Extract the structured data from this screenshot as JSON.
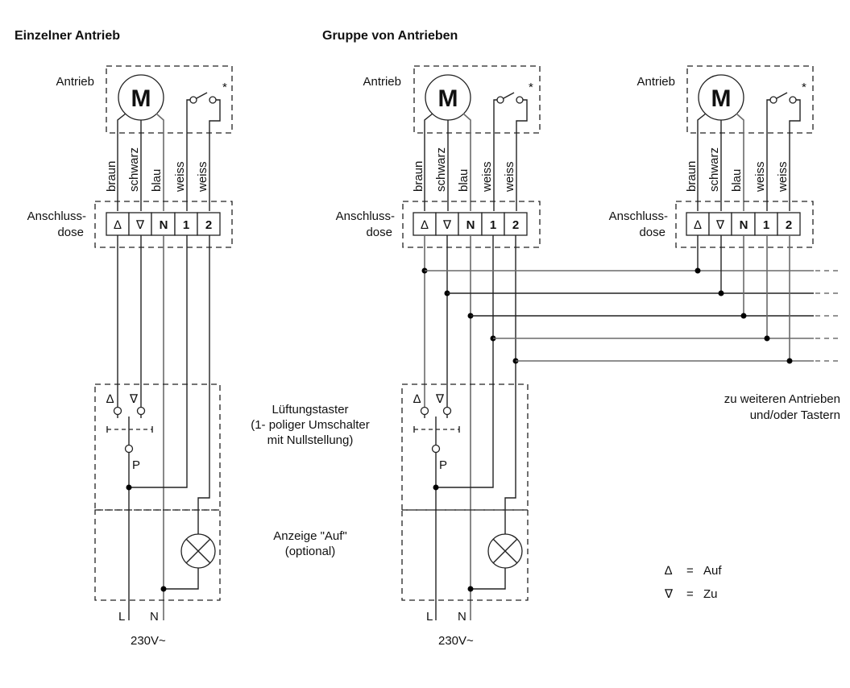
{
  "titles": {
    "single": "Einzelner Antrieb",
    "group": "Gruppe von Antrieben"
  },
  "labels": {
    "drive": "Antrieb",
    "junction_box_line1": "Anschluss-",
    "junction_box_line2": "dose",
    "motor_symbol": "M",
    "limit_switch_note": "*",
    "switch_label_line1": "Lüftungstaster",
    "switch_label_line2": "(1- poliger Umschalter",
    "switch_label_line3": "mit Nullstellung)",
    "indicator_line1": "Anzeige \"Auf\"",
    "indicator_line2": "(optional)",
    "further_line1": "zu weiteren Antrieben",
    "further_line2": "und/oder Tastern",
    "switch_common": "P",
    "phase": "L",
    "neutral": "N",
    "voltage": "230V~"
  },
  "wires": [
    "braun",
    "schwarz",
    "blau",
    "weiss",
    "weiss"
  ],
  "terminals": [
    "∆",
    "∇",
    "N",
    "1",
    "2"
  ],
  "switch_symbols": {
    "up": "∆",
    "down": "∇"
  },
  "legend": [
    {
      "symbol": "∆",
      "eq": "=",
      "meaning": "Auf"
    },
    {
      "symbol": "∇",
      "eq": "=",
      "meaning": "Zu"
    }
  ]
}
